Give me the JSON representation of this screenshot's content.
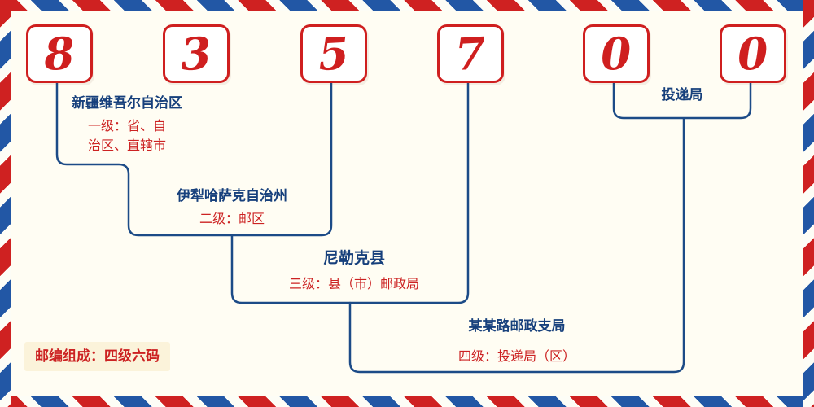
{
  "postal_code": {
    "digits": [
      "8",
      "3",
      "5",
      "7",
      "0",
      "0"
    ]
  },
  "levels": {
    "level1": {
      "title": "新疆维吾尔自治区",
      "desc": "一级：省、自\n治区、直辖市"
    },
    "level2": {
      "title": "伊犁哈萨克自治州",
      "desc": "二级：邮区"
    },
    "level3": {
      "title": "尼勒克县",
      "desc": "三级：县（市）邮政局"
    },
    "level4": {
      "title": "某某路邮政支局",
      "desc": "四级：投递局（区）"
    },
    "delivery": {
      "title": "投递局"
    }
  },
  "footer": {
    "composition_label": "邮编组成：四级六码"
  },
  "colors": {
    "digit_red": "#cf1f1f",
    "line_blue": "#1c4b87",
    "navy_text": "#17407c",
    "red_text": "#cc2222",
    "stripe_red": "#cf2121",
    "stripe_blue": "#2257a5",
    "background": "#fffdf3"
  }
}
